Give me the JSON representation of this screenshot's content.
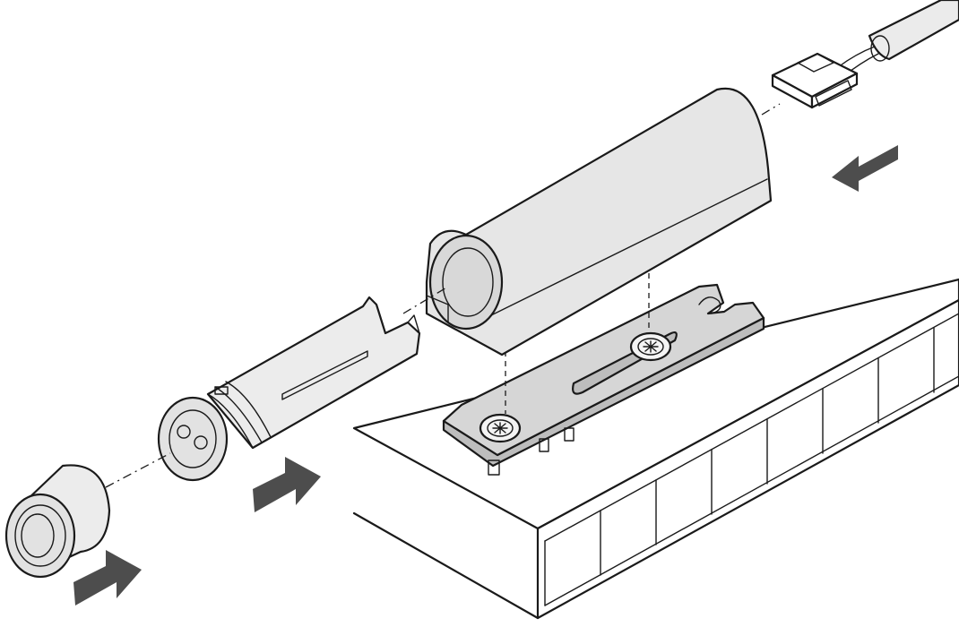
{
  "figure": {
    "kind": "exploded assembly illustration",
    "colors": {
      "outline": "#1a1a1a",
      "housing": "#e6e6e6",
      "plate": "#d6d6d6",
      "cable": "#ebebeb",
      "arrow": "#4d4d4d",
      "background": "#ffffff"
    },
    "icons": [
      "push-to-open-housing",
      "mounting-plate",
      "plunger-cylinder",
      "bumper-sleeve",
      "cable-connector",
      "cabinet-panel",
      "insertion-arrow"
    ]
  }
}
